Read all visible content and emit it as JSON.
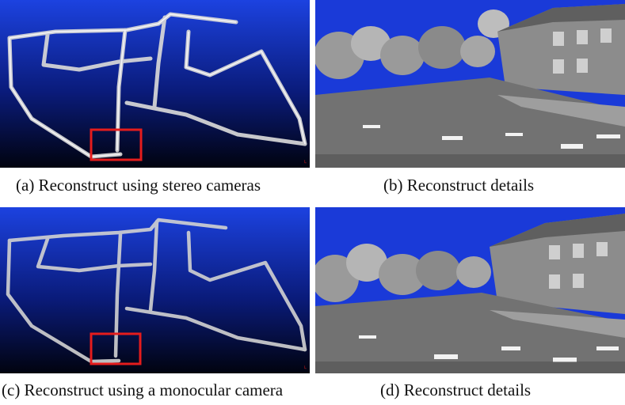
{
  "figure": {
    "panels": [
      {
        "id": "a",
        "caption": "(a) Reconstruct using stereo cameras",
        "view": "map"
      },
      {
        "id": "b",
        "caption": "(b) Reconstruct details",
        "view": "street"
      },
      {
        "id": "c",
        "caption": "(c) Reconstruct using a monocular camera",
        "view": "map"
      },
      {
        "id": "d",
        "caption": "(d) Reconstruct details",
        "view": "street"
      }
    ],
    "colors": {
      "sky_top": "#1b3fd6",
      "sky_bottom": "#020418",
      "highlight_box": "#e51c1c",
      "road": "#6f6f6f"
    }
  }
}
